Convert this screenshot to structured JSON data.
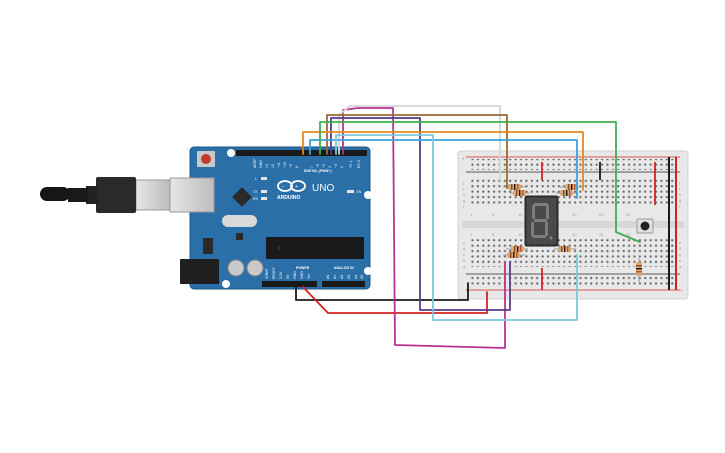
{
  "board": {
    "logo": "ARDUINO",
    "model": "UNO",
    "digital_label": "DIGITAL (PWM~)",
    "analog_label": "ANALOG IN",
    "power_label": "POWER",
    "on_label": "ON",
    "tx_label": "TX",
    "rx_label": "RX",
    "l_label": "L",
    "aref_label": "AREF",
    "gnd_label": "GND",
    "digital_pins": [
      "13",
      "12",
      "~11",
      "~10",
      "~9",
      "8",
      "7",
      "~6",
      "~5",
      "4",
      "~3",
      "2",
      "TX 1",
      "RX 0"
    ],
    "power_pins": [
      "IOREF",
      "RESET",
      "3.3V",
      "5V",
      "GND",
      "GND",
      "Vin"
    ],
    "analog_pins": [
      "A0",
      "A1",
      "A2",
      "A3",
      "A4",
      "A5"
    ]
  },
  "breadboard": {
    "row_letters_top": [
      "j",
      "i",
      "h",
      "g",
      "f"
    ],
    "row_letters_bottom": [
      "e",
      "d",
      "c",
      "b",
      "a"
    ],
    "column_numbers": [
      "1",
      "5",
      "10",
      "15",
      "20",
      "25",
      "30"
    ],
    "rail_plus": "+",
    "rail_minus": "-"
  },
  "display": {
    "digit": "8"
  },
  "colors": {
    "arduino_blue": "#2a6fa8",
    "breadboard": "#e9e9e9",
    "wire_black": "#1a1a1a",
    "wire_red": "#d32222",
    "wire_magenta": "#b8328c",
    "wire_white": "#d6d6d6",
    "wire_purple": "#5a3a8a",
    "wire_brown": "#9a6a3a",
    "wire_orange": "#e08a1e",
    "wire_blue": "#3aa5d8",
    "wire_green": "#3ab04a",
    "wire_lightblue": "#7cc7df"
  }
}
